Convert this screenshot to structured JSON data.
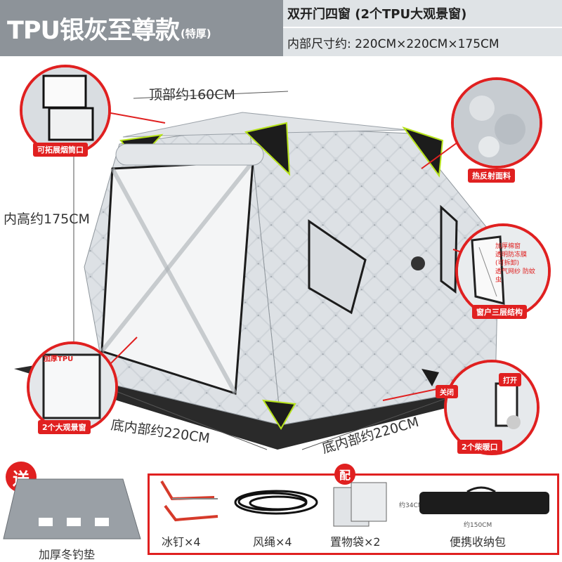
{
  "header": {
    "title": "TPU银灰至尊款",
    "subtitle": "(特厚)",
    "line1": "双开门四窗 (2个TPU大观景窗)",
    "line2": "内部尺寸约: 220CM×220CM×175CM"
  },
  "dimensions": {
    "top": "顶部约160CM",
    "height": "内高约175CM",
    "bottom_left": "底内部约220CM",
    "bottom_right": "底内部约220CM"
  },
  "callouts": {
    "chimney": "可拓展烟筒口",
    "fabric": "热反射面料",
    "window_structure": "窗户三层结构",
    "window_layer1": "加厚棉窗",
    "window_layer2": "透明防冻膜 (可拆卸)",
    "window_layer3": "透气网纱 防蚊虫",
    "big_window": "2个大观景窗",
    "big_window_tag": "加厚TPU",
    "heater_port": "2个柴暖口",
    "heater_open": "打开",
    "heater_close": "关闭"
  },
  "gift": {
    "badge": "送",
    "label": "加厚冬钓垫"
  },
  "accessories": {
    "badge": "配",
    "items": [
      {
        "label": "冰钉×4",
        "icon": "ice-stake-icon"
      },
      {
        "label": "风绳×4",
        "icon": "rope-icon"
      },
      {
        "label": "置物袋×2",
        "icon": "storage-bag-icon"
      },
      {
        "label": "便携收纳包",
        "icon": "carry-bag-icon"
      }
    ],
    "bag_height": "约34CM",
    "carry_length": "约150CM"
  },
  "colors": {
    "accent_red": "#e02020",
    "header_gray": "#8d9399",
    "tent_silver": "#c9ced3",
    "trim_green": "#b6e21a"
  }
}
